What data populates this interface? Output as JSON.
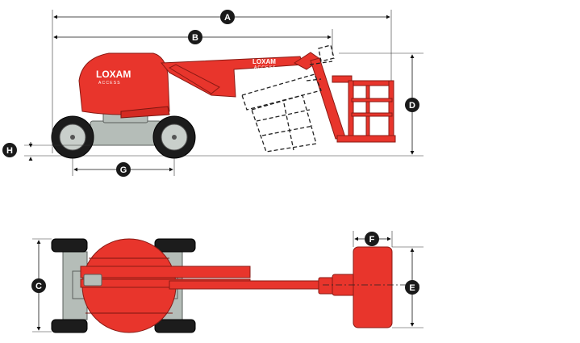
{
  "brand": {
    "name": "LOXAM",
    "sub": "ACCESS"
  },
  "dimension_labels": {
    "a": "A",
    "b": "B",
    "c": "C",
    "d": "D",
    "e": "E",
    "f": "F",
    "g": "G",
    "h": "H"
  },
  "colors": {
    "machine_red": "#e8352c",
    "chassis_grey": "#b5bdb8",
    "badge": "#1a1a1a"
  }
}
